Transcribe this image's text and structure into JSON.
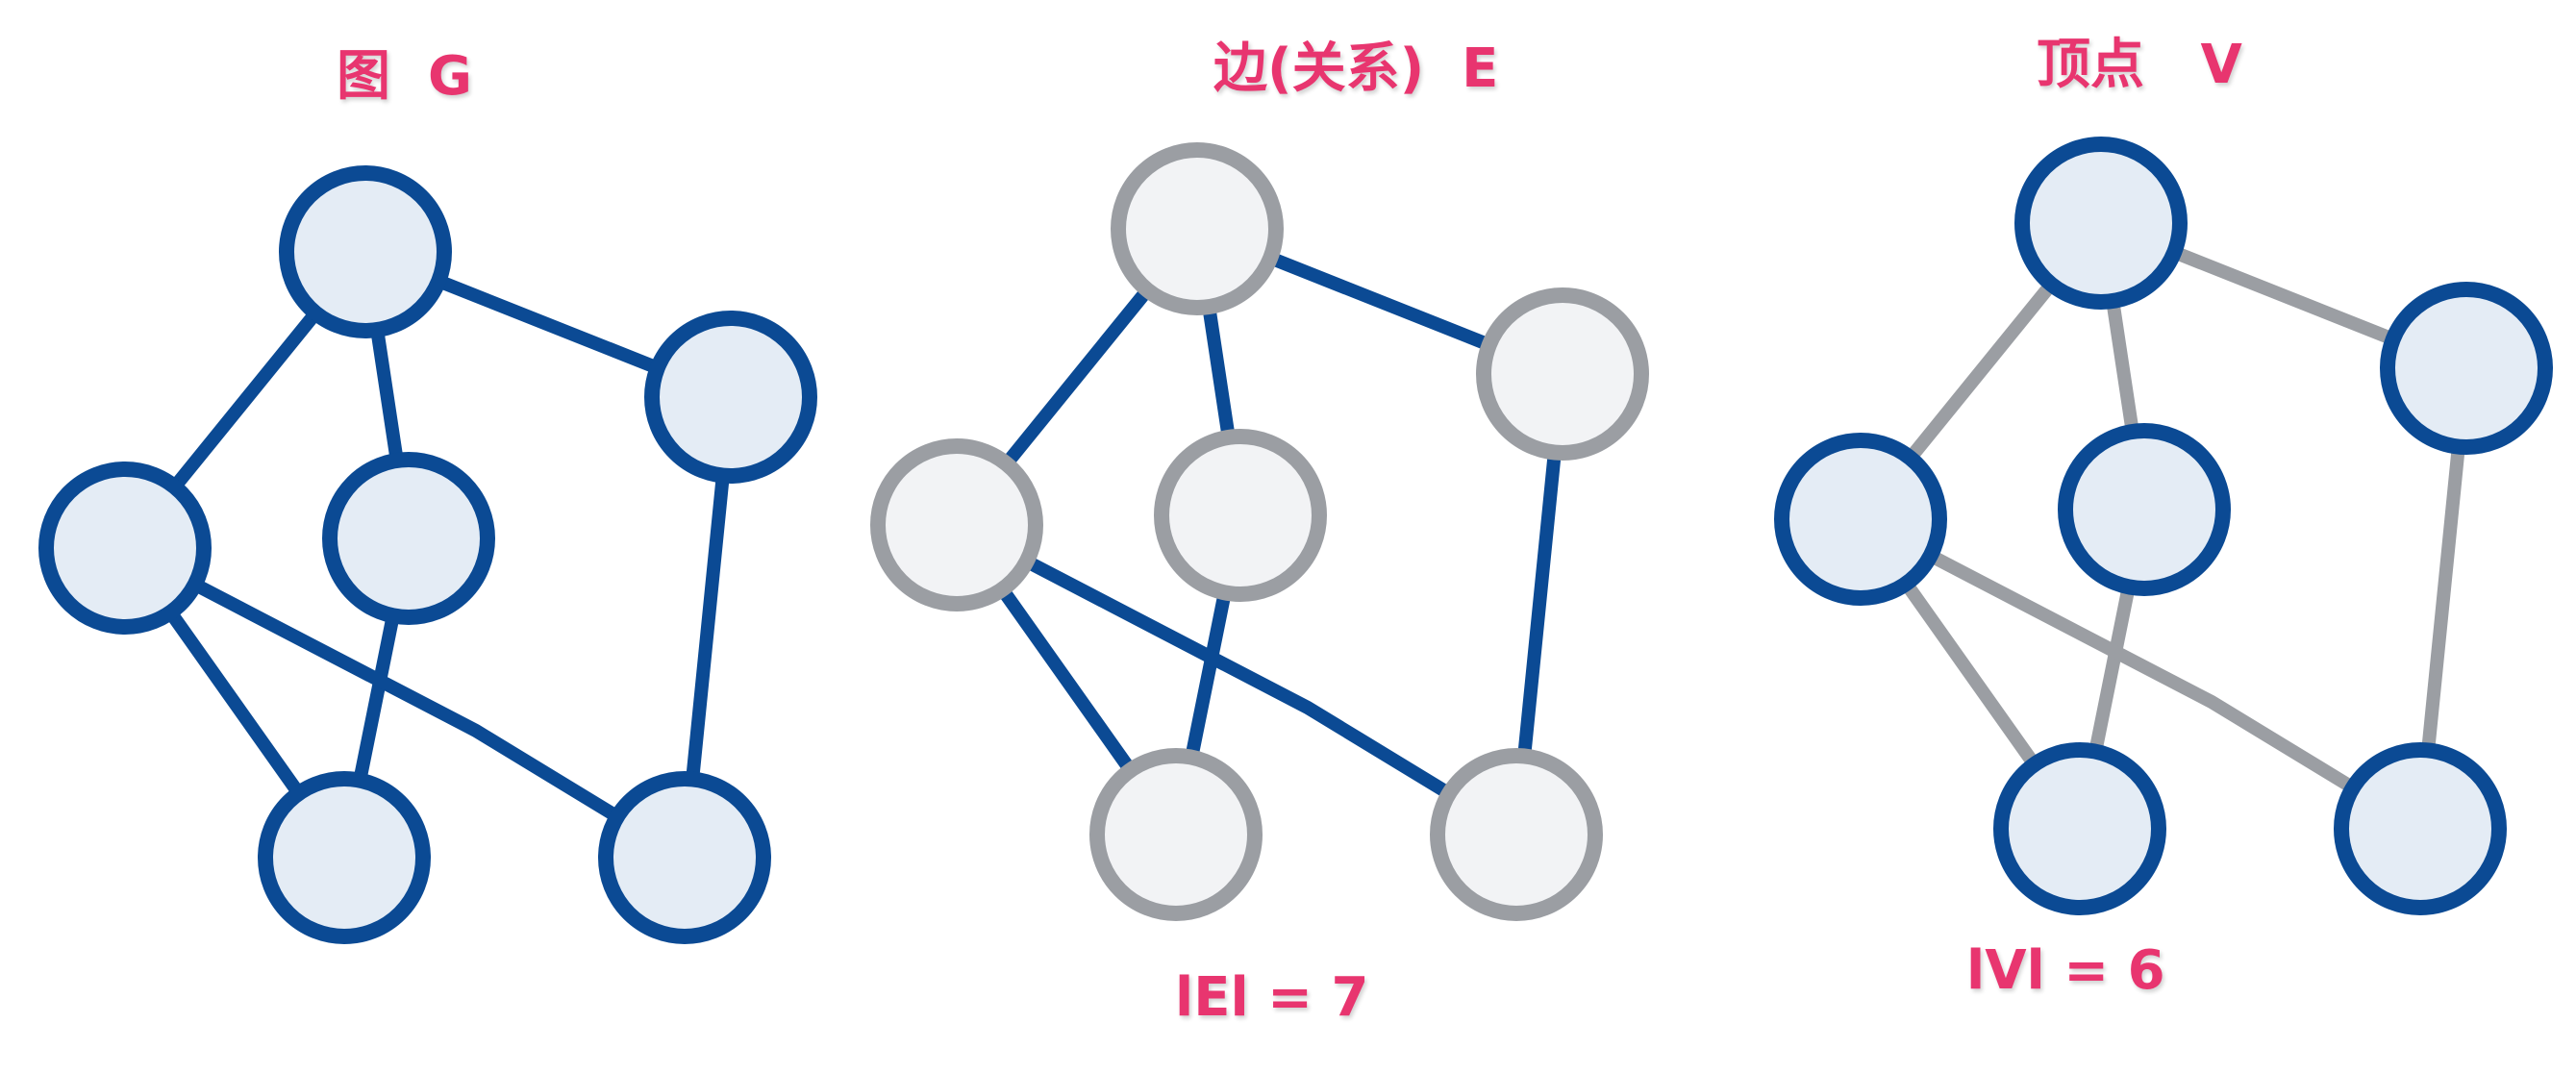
{
  "titles": {
    "graph": "图  G",
    "edges": "边(关系)  E",
    "vertices": "顶点   V"
  },
  "counts": {
    "edges": "lEl = 7",
    "vertices": "lVl = 6"
  },
  "colors": {
    "label": "#e8356f",
    "highlight_stroke": "#0b4a94",
    "highlight_fill": "#e4ecf5",
    "muted_stroke": "#9b9ea3",
    "muted_fill": "#f2f3f5"
  },
  "diagrams": [
    {
      "id": "graph",
      "node_style": "highlight",
      "edge_style": "highlight"
    },
    {
      "id": "edges",
      "node_style": "muted",
      "edge_style": "highlight"
    },
    {
      "id": "vertices",
      "node_style": "highlight",
      "edge_style": "muted"
    }
  ]
}
